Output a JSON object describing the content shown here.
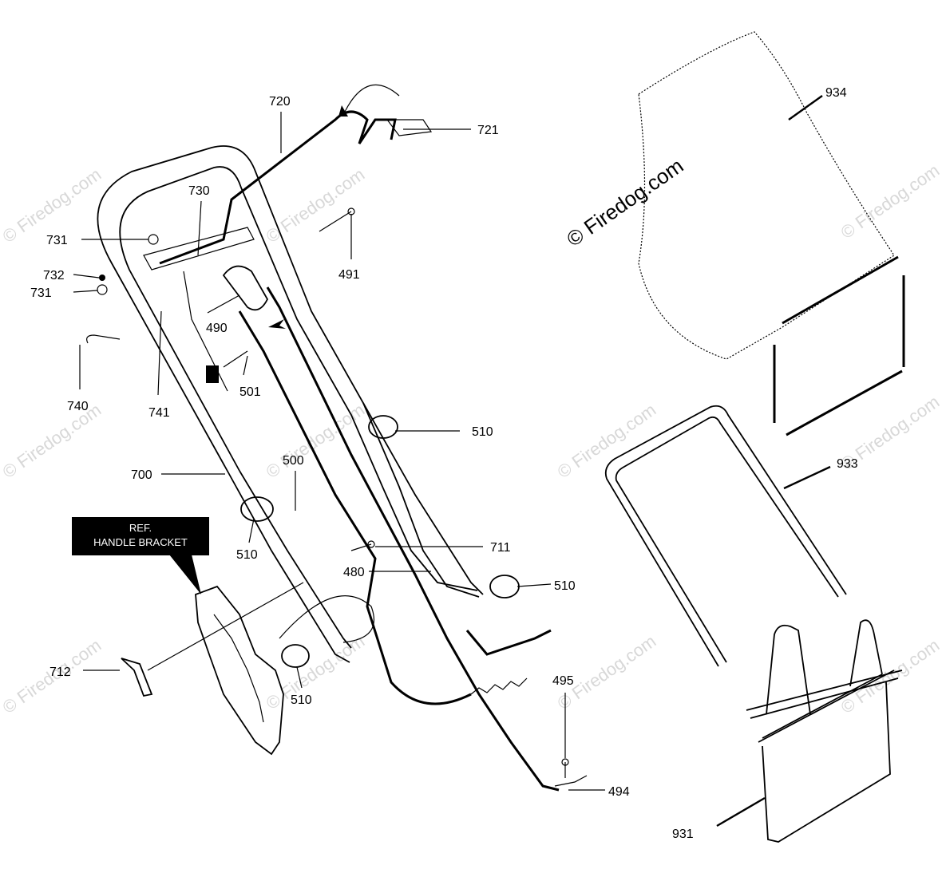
{
  "watermark": {
    "main_text": "© Firedog.com",
    "repeat_text": "© Firedog.com"
  },
  "ref_box": {
    "line1": "REF.",
    "line2": "HANDLE BRACKET"
  },
  "callouts": {
    "c720": "720",
    "c721": "721",
    "c730": "730",
    "c731a": "731",
    "c732": "732",
    "c731b": "731",
    "c740": "740",
    "c741": "741",
    "c491": "491",
    "c490": "490",
    "c501": "501",
    "c510a": "510",
    "c700": "700",
    "c500": "500",
    "c510b": "510",
    "c711": "711",
    "c480": "480",
    "c510c": "510",
    "c712": "712",
    "c510d": "510",
    "c495": "495",
    "c494": "494",
    "c934": "934",
    "c933": "933",
    "c931": "931"
  },
  "colors": {
    "line": "#000000",
    "watermark": "#d8d8d8",
    "ref_box_bg": "#000000",
    "ref_box_text": "#ffffff"
  }
}
